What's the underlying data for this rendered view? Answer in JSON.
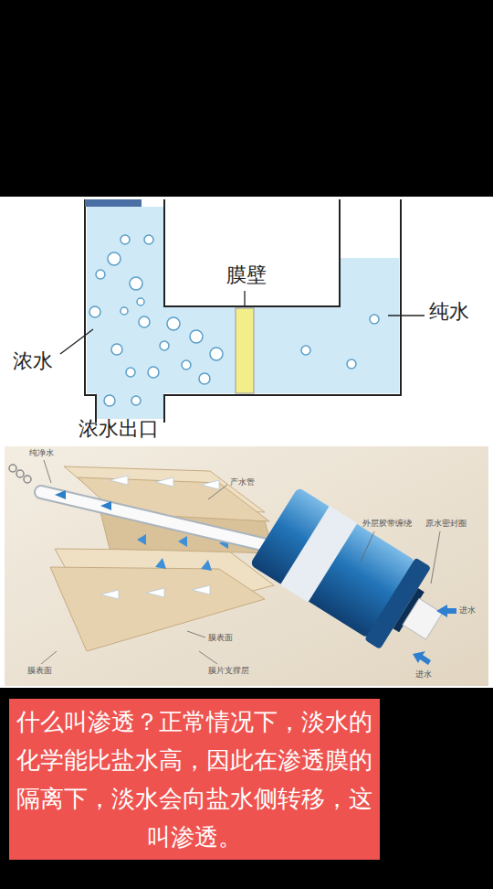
{
  "diagram": {
    "caption": "什么叫渗透？正常情况下，淡水的化学能比盐水高，因此在渗透膜的隔离下，淡水会向盐水侧转移，这叫渗透。",
    "labels": [
      "浓水",
      "膜壁",
      "纯水",
      "浓水出口",
      "纯净水",
      "产水管",
      "外层胶带缠绕",
      "原水密封圈",
      "进水",
      "进水",
      "膜表面",
      "膜表面",
      "膜片支撑层"
    ]
  }
}
